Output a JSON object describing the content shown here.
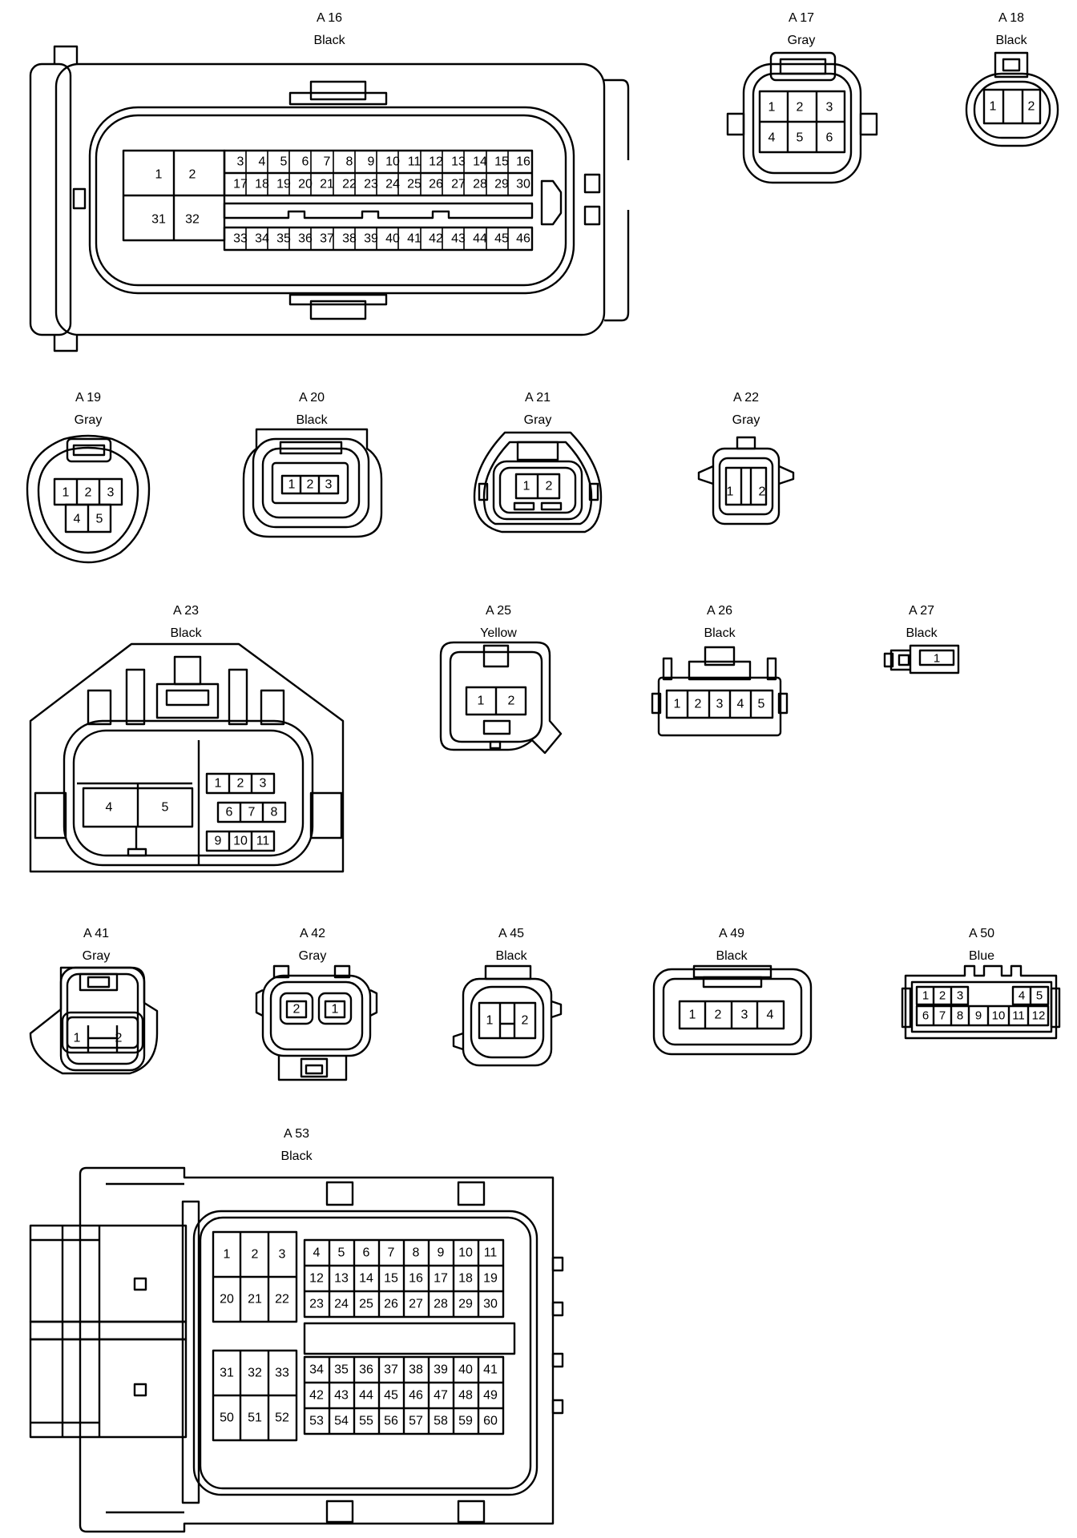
{
  "line_color": "#000000",
  "background_color": "#ffffff",
  "connectors": [
    {
      "id": "A16",
      "code": "A 16",
      "color": "Black",
      "pins": [
        "1",
        "2",
        "31",
        "32",
        "3",
        "4",
        "5",
        "6",
        "7",
        "8",
        "9",
        "10",
        "11",
        "12",
        "13",
        "14",
        "15",
        "16",
        "17",
        "18",
        "19",
        "20",
        "21",
        "22",
        "23",
        "24",
        "25",
        "26",
        "27",
        "28",
        "29",
        "30",
        "33",
        "34",
        "35",
        "36",
        "37",
        "38",
        "39",
        "40",
        "41",
        "42",
        "43",
        "44",
        "45",
        "46"
      ]
    },
    {
      "id": "A17",
      "code": "A 17",
      "color": "Gray",
      "pins": [
        "1",
        "2",
        "3",
        "4",
        "5",
        "6"
      ]
    },
    {
      "id": "A18",
      "code": "A 18",
      "color": "Black",
      "pins": [
        "1",
        "2"
      ]
    },
    {
      "id": "A19",
      "code": "A 19",
      "color": "Gray",
      "pins": [
        "1",
        "2",
        "3",
        "4",
        "5"
      ]
    },
    {
      "id": "A20",
      "code": "A 20",
      "color": "Black",
      "pins": [
        "1",
        "2",
        "3"
      ]
    },
    {
      "id": "A21",
      "code": "A 21",
      "color": "Gray",
      "pins": [
        "1",
        "2"
      ]
    },
    {
      "id": "A22",
      "code": "A 22",
      "color": "Gray",
      "pins": [
        "1",
        "2"
      ]
    },
    {
      "id": "A23",
      "code": "A 23",
      "color": "Black",
      "pins": [
        "4",
        "5",
        "1",
        "2",
        "3",
        "6",
        "7",
        "8",
        "9",
        "10",
        "11"
      ]
    },
    {
      "id": "A25",
      "code": "A 25",
      "color": "Yellow",
      "pins": [
        "1",
        "2"
      ]
    },
    {
      "id": "A26",
      "code": "A 26",
      "color": "Black",
      "pins": [
        "1",
        "2",
        "3",
        "4",
        "5"
      ]
    },
    {
      "id": "A27",
      "code": "A 27",
      "color": "Black",
      "pins": [
        "1"
      ]
    },
    {
      "id": "A41",
      "code": "A 41",
      "color": "Gray",
      "pins": [
        "1",
        "2"
      ]
    },
    {
      "id": "A42",
      "code": "A 42",
      "color": "Gray",
      "pins": [
        "2",
        "1"
      ]
    },
    {
      "id": "A45",
      "code": "A 45",
      "color": "Black",
      "pins": [
        "1",
        "2"
      ]
    },
    {
      "id": "A49",
      "code": "A 49",
      "color": "Black",
      "pins": [
        "1",
        "2",
        "3",
        "4"
      ]
    },
    {
      "id": "A50",
      "code": "A 50",
      "color": "Blue",
      "pins": [
        "1",
        "2",
        "3",
        "4",
        "5",
        "6",
        "7",
        "8",
        "9",
        "10",
        "11",
        "12"
      ]
    },
    {
      "id": "A53",
      "code": "A 53",
      "color": "Black",
      "pins": [
        "1",
        "2",
        "3",
        "20",
        "21",
        "22",
        "4",
        "5",
        "6",
        "7",
        "8",
        "9",
        "10",
        "11",
        "12",
        "13",
        "14",
        "15",
        "16",
        "17",
        "18",
        "19",
        "23",
        "24",
        "25",
        "26",
        "27",
        "28",
        "29",
        "30",
        "31",
        "32",
        "33",
        "50",
        "51",
        "52",
        "34",
        "35",
        "36",
        "37",
        "38",
        "39",
        "40",
        "41",
        "42",
        "43",
        "44",
        "45",
        "46",
        "47",
        "48",
        "49",
        "53",
        "54",
        "55",
        "56",
        "57",
        "58",
        "59",
        "60"
      ]
    }
  ]
}
